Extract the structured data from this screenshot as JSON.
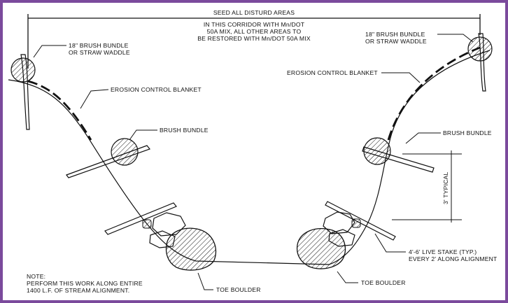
{
  "labels": {
    "seed_line1": "SEED ALL DISTURD AREAS",
    "seed_line2": "IN THIS CORRIDOR WITH Mn/DOT",
    "seed_line3": "50A MIX, ALL OTHER AREAS TO",
    "seed_line4": "BE RESTORED WITH Mn/DOT 50A MIX",
    "left_bundle_line1": "18\" BRUSH BUNDLE",
    "left_bundle_line2": "OR STRAW WADDLE",
    "right_bundle_line1": "18\" BRUSH BUNDLE",
    "right_bundle_line2": "OR STRAW WADDLE",
    "left_blanket": "EROSION CONTROL BLANKET",
    "right_blanket": "EROSION CONTROL BLANKET",
    "left_brush": "BRUSH BUNDLE",
    "right_brush": "BRUSH BUNDLE",
    "typical": "3' TYPICAL",
    "stake_line1": "4'-6' LIVE STAKE (TYP.)",
    "stake_line2": "EVERY 2' ALONG ALIGNMENT",
    "note_title": "NOTE:",
    "note_line1": "PERFORM THIS WORK ALONG ENTIRE",
    "note_line2": "1400 L.F. OF STREAM ALIGNMENT.",
    "toe_left": "TOE BOULDER",
    "toe_right": "TOE BOULDER"
  },
  "colors": {
    "frame": "#7b4a9c",
    "ink": "#111111"
  }
}
